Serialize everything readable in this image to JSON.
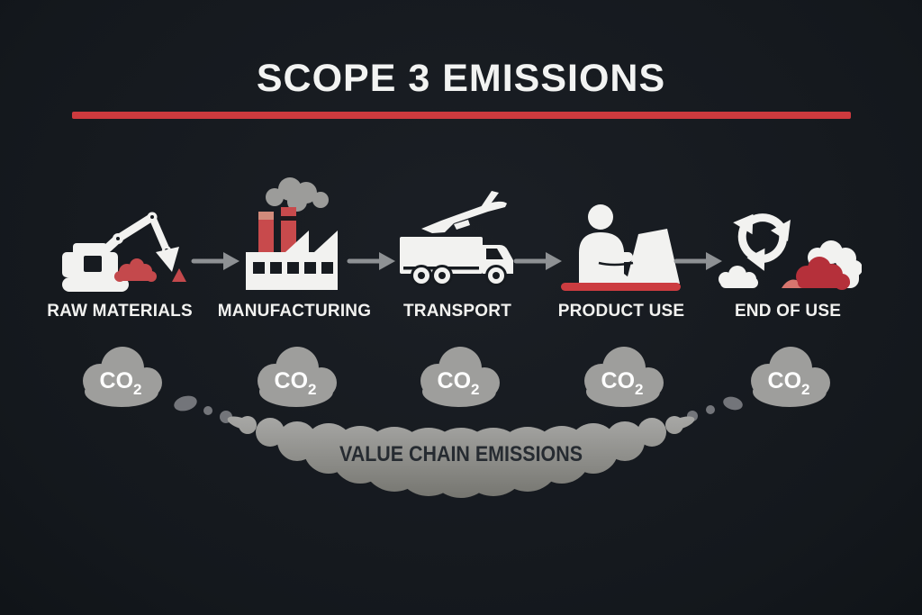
{
  "title": "SCOPE 3 EMISSIONS",
  "colors": {
    "background": "#171b20",
    "accent_red": "#cd3a3e",
    "icon_white": "#f2f2f0",
    "cloud_gray": "#9e9e9c",
    "arrow_gray": "#8e9194",
    "big_cloud_text": "#262b31"
  },
  "stages": [
    {
      "label": "RAW MATERIALS",
      "icon": "excavator-icon"
    },
    {
      "label": "MANUFACTURING",
      "icon": "factory-icon"
    },
    {
      "label": "TRANSPORT",
      "icon": "truck-plane-icon"
    },
    {
      "label": "PRODUCT USE",
      "icon": "person-laptop-icon"
    },
    {
      "label": "END OF USE",
      "icon": "recycle-waste-icon"
    }
  ],
  "co2": {
    "main": "CO",
    "sub": "2"
  },
  "value_chain_cloud": {
    "label": "VALUE CHAIN EMISSIONS"
  },
  "arrow": {
    "icon": "right-arrow-icon"
  }
}
